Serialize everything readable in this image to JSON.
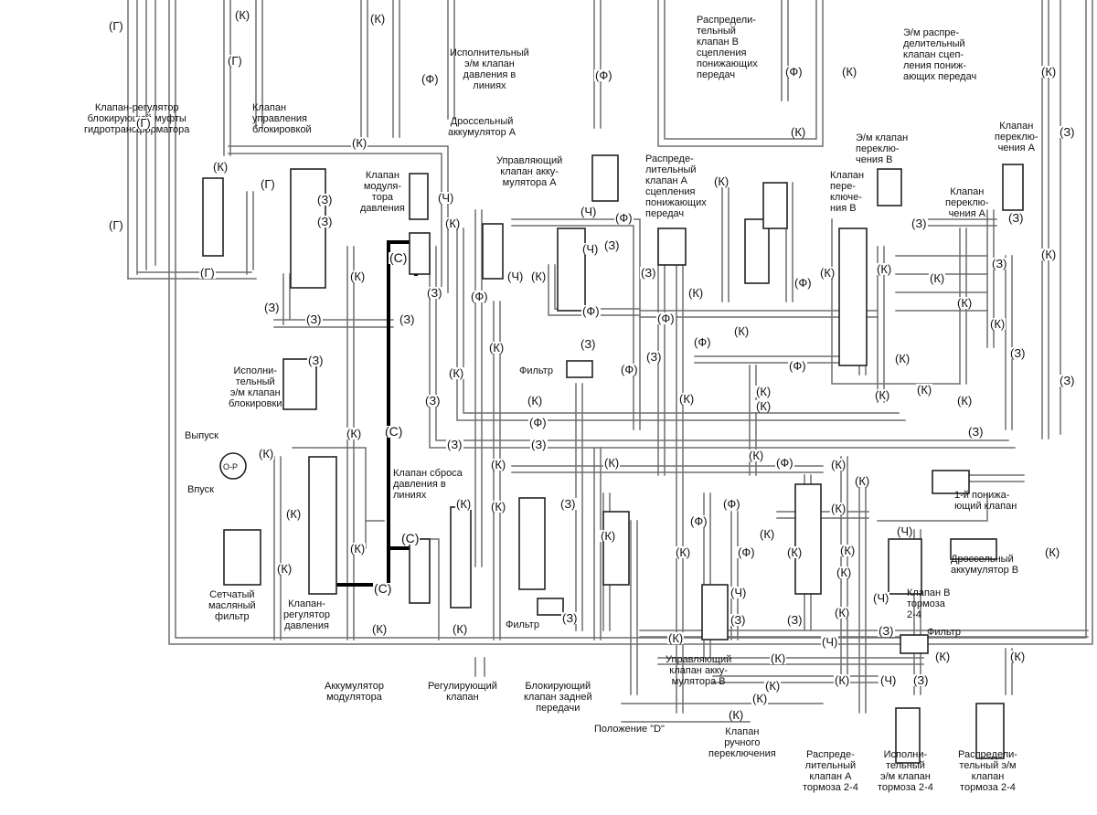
{
  "colors": {
    "line": "#6e6e6e",
    "ink": "#111111",
    "thick": "#000000",
    "paper": "#ffffff"
  },
  "labels": {
    "converter_valve": "Клапан-регулятор\nблокирующей муфты\nгидротрансформатора",
    "lockup_control": "Клапан\nуправления\nблокировкой",
    "modulator_valve": "Клапан\nмодуля-\nтора\nдавления",
    "exec_solenoid_line": "Исполнительный\nэ/м клапан\nдавления в\nлиниях",
    "throttle_acc_a": "Дроссельный\nаккумулятор А",
    "ctrl_acc_a": "Управляющий\nклапан акку-\nмулятора А",
    "dist_valve_a": "Распреде-\nлительный\nклапан А\nсцепления\nпонижающих\nпередач",
    "dist_valve_b": "Распредели-\nтельный\nклапан В\nсцепления\nпонижающих\nпередач",
    "sol_dist_valve": "Э/м распре-\nделительный\nклапан сцеп-\nления пониж-\nающих передач",
    "sol_shift_b": "Э/м клапан\nпереклю-\nчения В",
    "shift_valve_b": "Клапан\nпере-\nключе-\nния В",
    "shift_valve_a_top": "Клапан\nпереклю-\nчения А",
    "shift_valve_a": "Клапан\nпереклю-\nчения А",
    "exec_lockup": "Исполни-\nтельный\nэ/м клапан\nблокировки",
    "exhaust": "Выпуск",
    "intake": "Впуск",
    "pump": "O-P",
    "strainer": "Сетчатый\nмасляный\nфильтр",
    "pressure_reg": "Клапан-\nрегулятор\nдавления",
    "relief_valve": "Клапан сброса\nдавления в\nлиниях",
    "modulator_acc": "Аккумулятор\nмодулятора",
    "regulating_valve": "Регулирующий\nклапан",
    "reverse_block": "Блокирующий\nклапан задней\nпередачи",
    "ctrl_acc_b": "Управляющий\nклапан акку-\nмулятора В",
    "position_d": "Положение \"D\"",
    "manual_valve": "Клапан\nручного\nпереключения",
    "dist_brake_a": "Распреде-\nлительный\nклапан А\nтормоза 2-4",
    "exec_brake": "Исполни-\nтельный\nэ/м клапан\nтормоза 2-4",
    "dist_sol_brake": "Распредели-\nтельный э/м\nклапан\nтормоза 2-4",
    "brake_valve_b": "Клапан В\nтормоза\n2-4",
    "throttle_acc_b": "Дроссельный\nаккумулятор В",
    "first_down_valve": "1-й понижа-\nющий клапан",
    "filter_1": "Фильтр",
    "filter_2": "Фильтр",
    "filter_3": "Фильтр"
  },
  "codes": {
    "G": "(Г)",
    "K": "(К)",
    "Z": "(З)",
    "F": "(Ф)",
    "CH": "(Ч)",
    "S": "(С)"
  }
}
